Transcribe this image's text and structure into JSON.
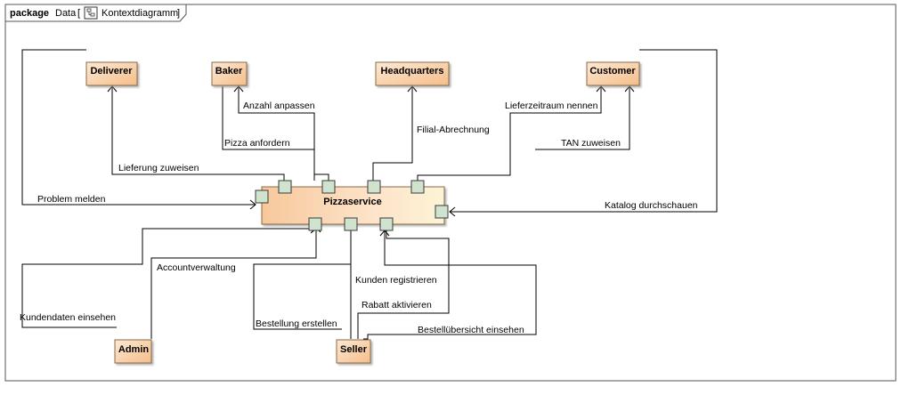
{
  "frame": {
    "keyword": "package",
    "name": "Data",
    "diagram_name": "Kontextdiagramm",
    "bracket_open": "[",
    "bracket_close": "]",
    "diagram_icon": "diagram-icon"
  },
  "system": {
    "name": "Pizzaservice"
  },
  "actors": {
    "deliverer": "Deliverer",
    "baker": "Baker",
    "headquarters": "Headquarters",
    "customer": "Customer",
    "admin": "Admin",
    "seller": "Seller"
  },
  "flows": {
    "problem_melden": "Problem melden",
    "lieferung_zuweisen": "Lieferung zuweisen",
    "anzahl_anpassen": "Anzahl anpassen",
    "pizza_anfordern": "Pizza anfordern",
    "filial_abrechnung": "Filial-Abrechnung",
    "lieferzeitraum_nennen": "Lieferzeitraum nennen",
    "tan_zuweisen": "TAN zuweisen",
    "katalog_durchschauen": "Katalog durchschauen",
    "kundendaten_einsehen": "Kundendaten einsehen",
    "accountverwaltung": "Accountverwaltung",
    "kunden_registrieren": "Kunden registrieren",
    "rabatt_aktivieren": "Rabatt aktivieren",
    "bestellung_erstellen": "Bestellung erstellen",
    "bestelluebersicht_einsehen": "Bestellübersicht einsehen"
  },
  "colors": {
    "actor_fill_start": "#fde7cf",
    "actor_fill_end": "#f6c291",
    "port_fill": "#cfe3cf",
    "frame_stroke": "#555555"
  }
}
